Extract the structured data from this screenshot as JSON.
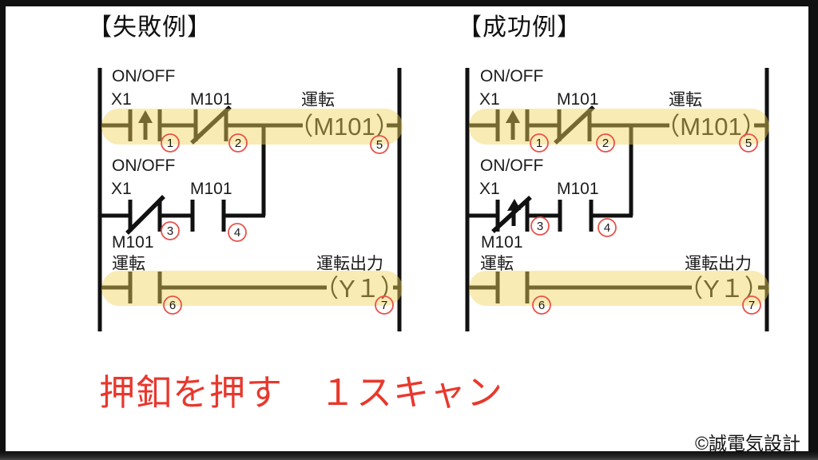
{
  "titles": {
    "left": "【失敗例】",
    "right": "【成功例】"
  },
  "caption": {
    "text": "押釦を押す　１スキャン",
    "color": "#e8382d"
  },
  "copyright_text": "©誠電気設計",
  "colors": {
    "background": "#ffffff",
    "frame": "#101010",
    "line": "#111111",
    "highlight_fill": "rgba(242,211,88,0.45)",
    "highlight_base": "#f2d358",
    "marker_red": "#e8514a",
    "caption_red": "#e8382d",
    "label_text": "#1b1b1b"
  },
  "marker_digits": [
    "1",
    "2",
    "3",
    "4",
    "5",
    "6",
    "7"
  ],
  "ladder_left": {
    "labels": {
      "r1_top": "ON/OFF",
      "r1_device": "X1",
      "r1_nc": "M101",
      "r1_coil_name": "運転",
      "r1_coil": "（M101）",
      "r2_top": "ON/OFF",
      "r2_device": "X1",
      "r2_contact2": "M101",
      "r2_below": "M101",
      "r3_contact": "運転",
      "r3_coil_name": "運転出力",
      "r3_coil": "（Y１）"
    }
  },
  "ladder_right": {
    "labels": {
      "r1_top": "ON/OFF",
      "r1_device": "X1",
      "r1_nc": "M101",
      "r1_coil_name": "運転",
      "r1_coil": "（M101）",
      "r2_top": "ON/OFF",
      "r2_device": "X1",
      "r2_contact2": "M101",
      "r2_below": "M101",
      "r3_contact": "運転",
      "r3_coil_name": "運転出力",
      "r3_coil": "（Y１）"
    }
  }
}
